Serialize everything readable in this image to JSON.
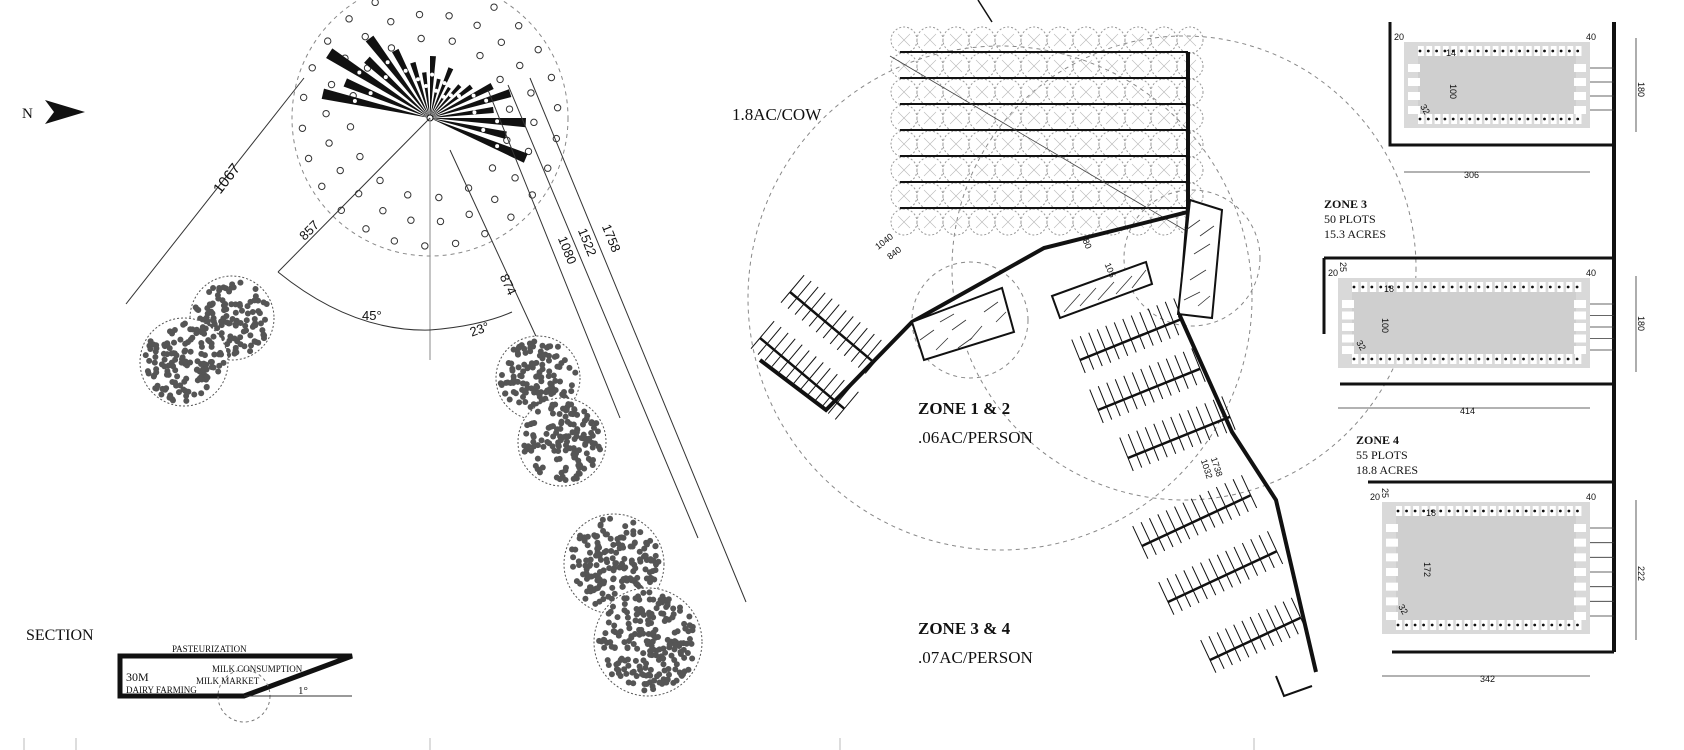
{
  "north_label": "N",
  "section": {
    "title": "SECTION",
    "height_label": "30M",
    "pasteurization": "PASTEURIZATION",
    "milk_consumption": "MILK CONSUMPTION",
    "milk_market": "MILK MARKET",
    "dairy_farming": "DAIRY FARMING",
    "slope": "1°"
  },
  "radial_plan": {
    "dimensions": {
      "d1067": "1067",
      "d857": "857",
      "d874": "874",
      "d1080": "1080",
      "d1522": "1522",
      "d1758": "1758"
    },
    "angles": {
      "a45": "45°",
      "a23": "23°"
    }
  },
  "pasture": {
    "density": "1.8AC/COW",
    "dim_1040": "1040",
    "dim_840": "840",
    "dim_80": "80",
    "dim_105": "105",
    "dim_1738": "1738",
    "dim_1032": "1032"
  },
  "zones": {
    "z12": {
      "title": "ZONE 1 & 2",
      "density": ".06AC/PERSON"
    },
    "z34": {
      "title": "ZONE 3 & 4",
      "density": ".07AC/PERSON"
    },
    "z3": {
      "title": "ZONE 3",
      "plots": "50 PLOTS",
      "acres": "15.3 ACRES"
    },
    "z4": {
      "title": "ZONE 4",
      "plots": "55 PLOTS",
      "acres": "18.8 ACRES"
    }
  },
  "blocks": {
    "b1": {
      "left": "20",
      "right": "40",
      "plot": "14",
      "depth": "100",
      "gap": "32",
      "width": "306",
      "height": "180"
    },
    "b2": {
      "left": "20",
      "left2": "25",
      "right": "40",
      "plot": "18",
      "depth": "100",
      "gap": "32",
      "width": "414",
      "height": "180"
    },
    "b3": {
      "left": "20",
      "left2": "25",
      "right": "40",
      "plot": "18",
      "depth": "172",
      "gap": "32",
      "width": "342",
      "height": "222"
    }
  }
}
